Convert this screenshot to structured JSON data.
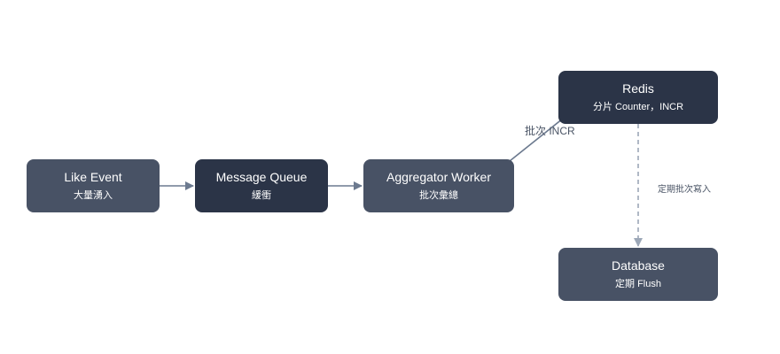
{
  "nodes": {
    "like_event": {
      "title": "Like Event",
      "subtitle": "大量湧入"
    },
    "message_queue": {
      "title": "Message Queue",
      "subtitle": "緩衝"
    },
    "aggregator": {
      "title": "Aggregator Worker",
      "subtitle": "批次彙總"
    },
    "redis": {
      "title": "Redis",
      "subtitle": "分片 Counter，INCR"
    },
    "database": {
      "title": "Database",
      "subtitle": "定期 Flush"
    }
  },
  "edges": {
    "agg_to_redis": {
      "label": "批次 INCR"
    },
    "redis_to_db": {
      "label": "定期批次寫入"
    }
  },
  "colors": {
    "node_light": "#485265",
    "node_dark": "#2b3447",
    "arrow_solid": "#6c7a8f",
    "arrow_dashed": "#9ca7b7",
    "label_text": "#4b5566"
  }
}
